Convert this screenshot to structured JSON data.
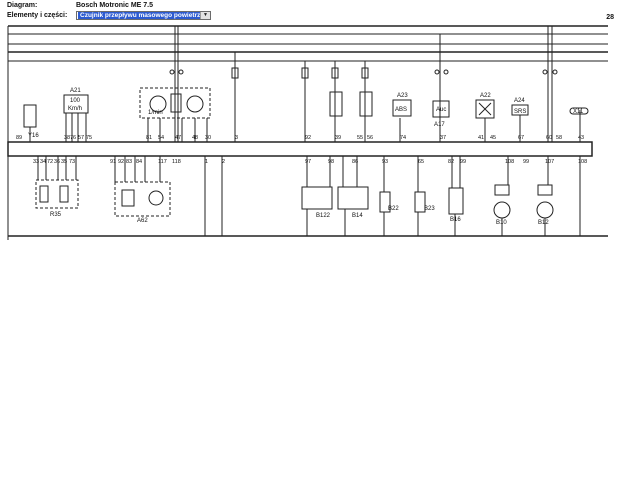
{
  "header": {
    "diagram_label": "Diagram:",
    "diagram_value": "Bosch Motronic ME 7.5",
    "elements_label": "Elementy i części:",
    "selected_element": "Czujnik przepływu masowego powietrza",
    "page_number": "28"
  },
  "diagram": {
    "components": {
      "a21": "A21",
      "a21_unit": "Km/h",
      "a21_value": "100",
      "a62": "A62",
      "a62_unit": "1/min",
      "a23": "A23",
      "abs": "ABS",
      "a17": "A17",
      "auc": "Auc",
      "a22": "A22",
      "a24": "A24",
      "srs": "SRS",
      "x11": "X11",
      "y16": "Y16",
      "r35": "R35",
      "b122": "B122",
      "b14": "B14",
      "b22": "B22",
      "b23": "B23",
      "b16": "B16",
      "b10": "B10",
      "b12": "B12"
    },
    "upper_pins": [
      "89",
      "38",
      "76",
      "57",
      "75",
      "81",
      "54",
      "47",
      "48",
      "30",
      "3",
      "92",
      "39",
      "55",
      "56",
      "74",
      "37",
      "41",
      "45",
      "67",
      "60",
      "58",
      "43"
    ],
    "lower_pins": [
      "33",
      "34",
      "72",
      "36",
      "35",
      "73",
      "91",
      "92",
      "83",
      "84",
      "117",
      "118",
      "1",
      "2",
      "97",
      "98",
      "86",
      "93",
      "65",
      "82",
      "99",
      "108",
      "99",
      "107",
      "108"
    ]
  }
}
